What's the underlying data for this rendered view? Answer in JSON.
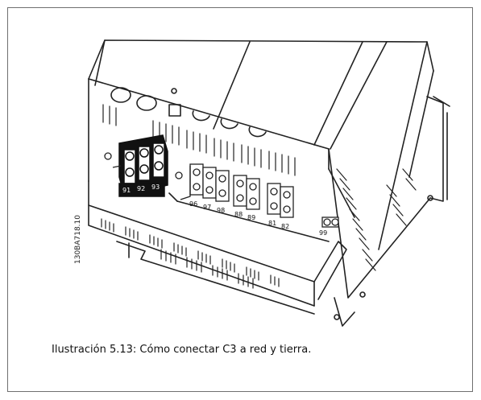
{
  "figure": {
    "caption": "Ilustración 5.13: Cómo conectar C3 a red y tierra.",
    "code": "130BA718.10",
    "terminal_labels": {
      "mains": [
        "91",
        "92",
        "93"
      ],
      "motor": [
        "96",
        "97",
        "98"
      ],
      "brake": [
        "88",
        "89"
      ],
      "load_share": [
        "81",
        "82"
      ],
      "earth": "99"
    }
  }
}
